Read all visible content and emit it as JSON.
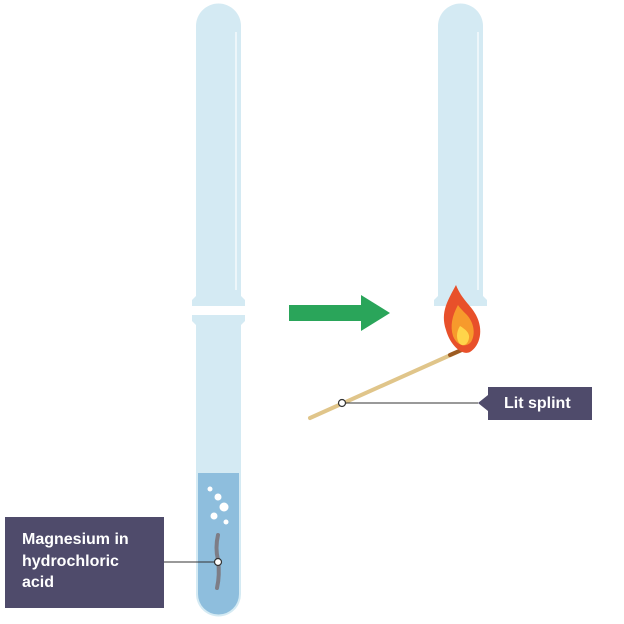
{
  "labels": {
    "magnesium": [
      "Magnesium in",
      "hydrochloric",
      "acid"
    ],
    "splint": "Lit splint"
  },
  "icons": {
    "arrow": "right-arrow-icon",
    "flame": "flame-icon"
  },
  "colors": {
    "tube": "#d4eaf3",
    "tube_edge": "#bcdce8",
    "acid": "#8ebedd",
    "bubble": "#ffffff",
    "magnesium_strip": "#7d7d86",
    "arrow": "#2aa55a",
    "splint": "#e0c58a",
    "flame_outer": "#e8502a",
    "flame_inner": "#f79a2c",
    "flame_core": "#ffd54a",
    "label_bg": "#4f4b6b",
    "label_text": "#ffffff",
    "leader_line": "#333333"
  }
}
